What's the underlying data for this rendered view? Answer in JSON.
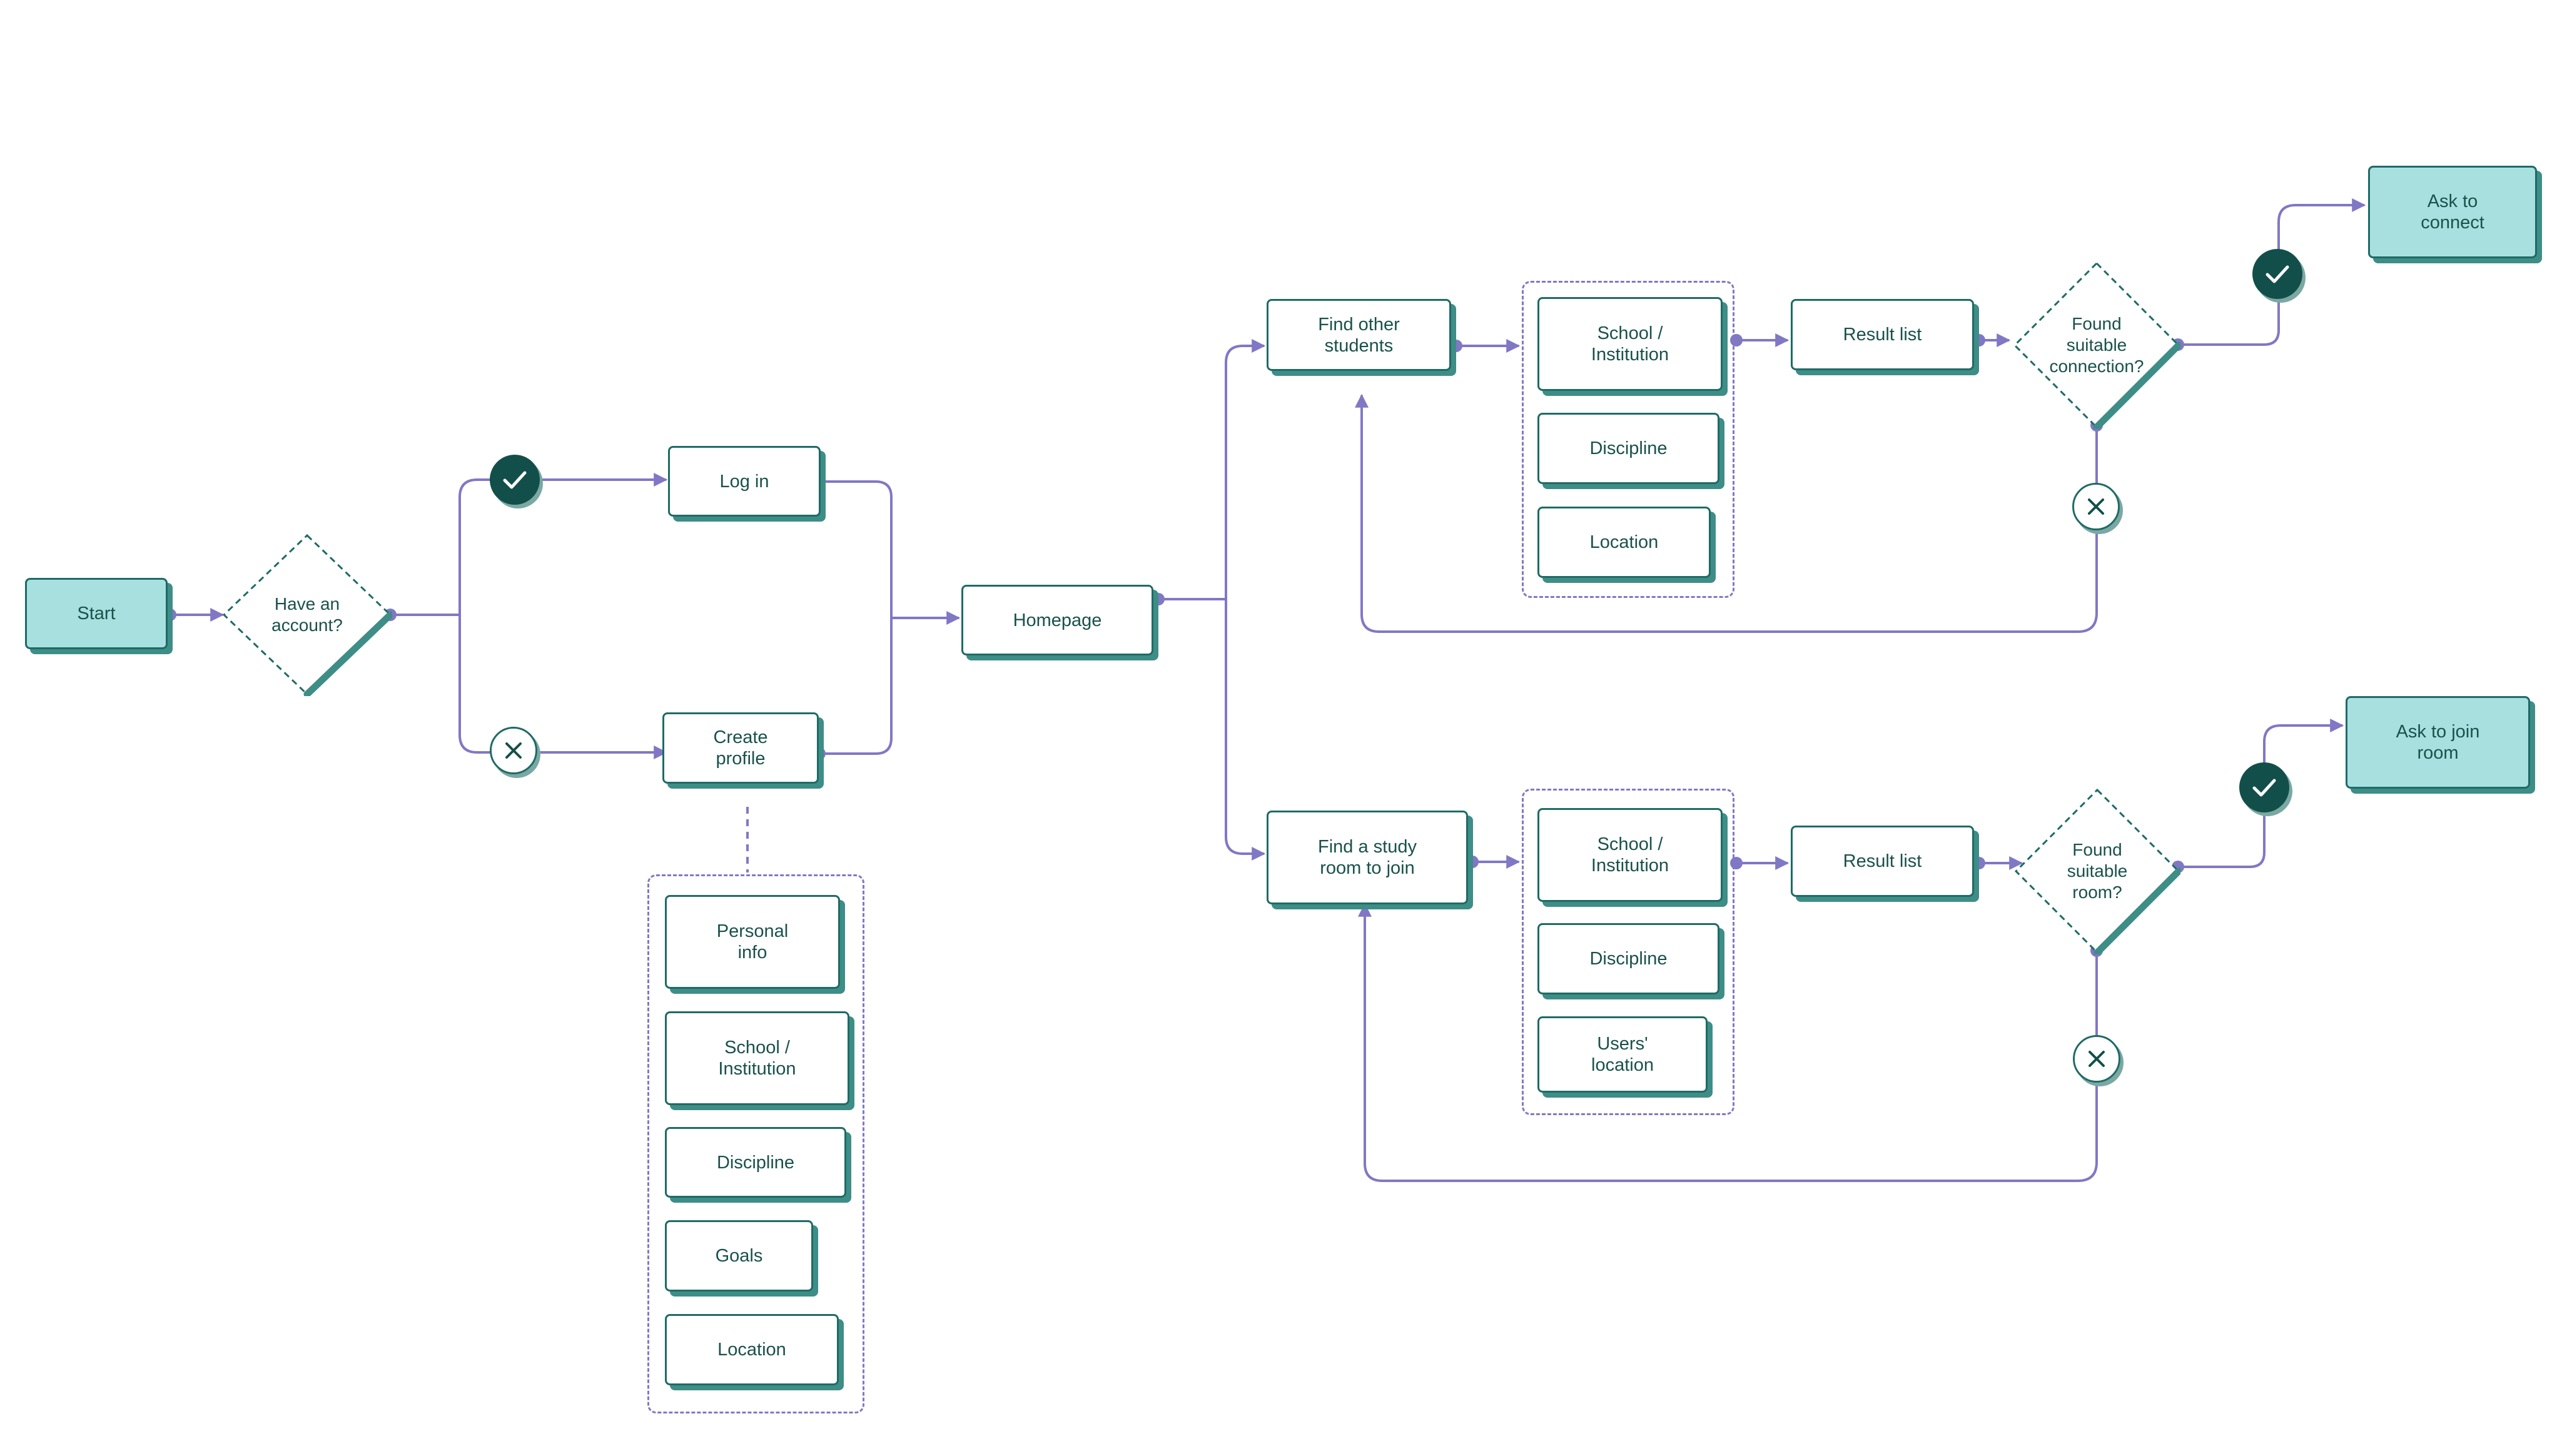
{
  "nodes": {
    "start": "Start",
    "have_account": "Have an\naccount?",
    "log_in": "Log in",
    "create_profile": "Create\nprofile",
    "homepage": "Homepage",
    "profile_fields": [
      "Personal\ninfo",
      "School /\nInstitution",
      "Discipline",
      "Goals",
      "Location"
    ],
    "find_students": "Find other\nstudents",
    "student_filters": [
      "School /\nInstitution",
      "Discipline",
      "Location"
    ],
    "result_list_students": "Result list",
    "found_connection": "Found\nsuitable\nconnection?",
    "ask_connect": "Ask to\nconnect",
    "find_room": "Find a study\nroom to join",
    "room_filters": [
      "School /\nInstitution",
      "Discipline",
      "Users'\nlocation"
    ],
    "result_list_rooms": "Result list",
    "found_room": "Found\nsuitable\nroom?",
    "ask_join": "Ask to join\nroom"
  },
  "badges": {
    "yes_icon": "checkmark-icon",
    "no_icon": "cross-icon"
  },
  "colors": {
    "connector": "#8078c4",
    "node_border": "#1e6b66",
    "node_shadow": "#3e8d86",
    "terminal_fill": "#a8e0e0",
    "yes_badge_fill": "#124f4a",
    "text": "#19514c"
  }
}
